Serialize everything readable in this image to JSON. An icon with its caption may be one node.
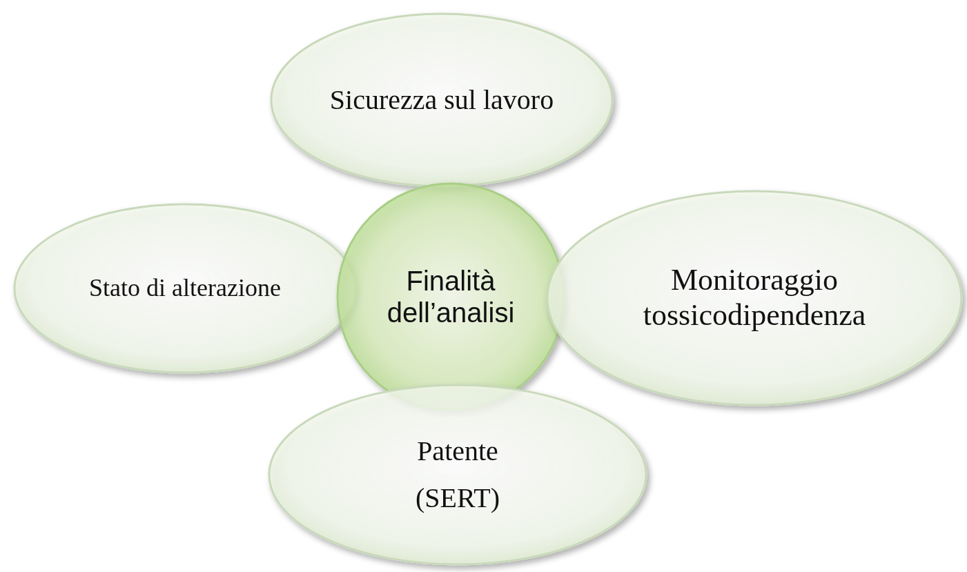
{
  "diagram": {
    "nodes": [
      {
        "text": [
          "Sicurezza sul lavoro"
        ]
      },
      {
        "text": [
          "Stato di alterazione"
        ]
      },
      {
        "text": [
          "Finalità dell’analisi"
        ]
      },
      {
        "text": [
          "Monitoraggio tossicodipendenza"
        ]
      },
      {
        "text": [
          "Patente",
          "(SERT)"
        ]
      }
    ]
  }
}
